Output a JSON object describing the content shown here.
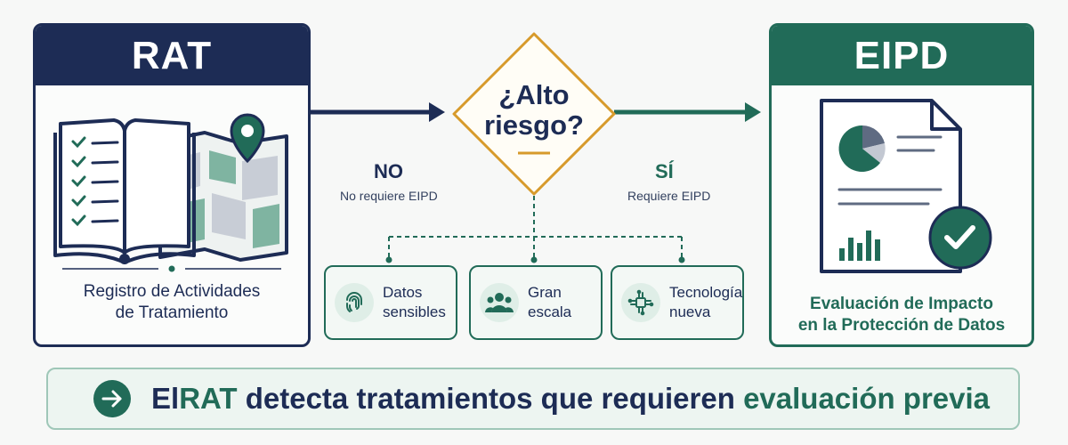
{
  "rat_card": {
    "title": "RAT",
    "caption_line1": "Registro de Actividades",
    "caption_line2": "de Tratamiento"
  },
  "decision": {
    "line1": "¿Alto",
    "line2": "riesgo?"
  },
  "branch_no": {
    "title": "NO",
    "subtitle": "No requiere EIPD"
  },
  "branch_yes": {
    "title": "SÍ",
    "subtitle": "Requiere EIPD"
  },
  "criteria": [
    {
      "line1": "Datos",
      "line2": "sensibles",
      "icon": "fingerprint-icon"
    },
    {
      "line1": "Gran",
      "line2": "escala",
      "icon": "group-icon"
    },
    {
      "line1": "Tecnología",
      "line2": "nueva",
      "icon": "chip-icon"
    }
  ],
  "eipd_card": {
    "title": "EIPD",
    "caption_line1": "Evaluación de Impacto",
    "caption_line2": "en la Protección de Datos"
  },
  "banner": {
    "part1": "El ",
    "part2": "RAT",
    "part3": " detecta tratamientos que requieren ",
    "part4": "evaluación previa",
    "icon": "arrow-right-icon"
  },
  "colors": {
    "navy": "#1d2c55",
    "green": "#216b58",
    "gold": "#d79a2b"
  }
}
